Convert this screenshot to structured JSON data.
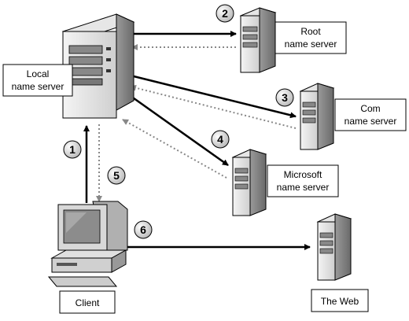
{
  "labels": {
    "local": [
      "Local",
      "name server"
    ],
    "root": [
      "Root",
      "name server"
    ],
    "com": [
      "Com",
      "name server"
    ],
    "microsoft": [
      "Microsoft",
      "name server"
    ],
    "client": "Client",
    "web": "The Web"
  },
  "steps": [
    "1",
    "2",
    "3",
    "4",
    "5",
    "6"
  ]
}
